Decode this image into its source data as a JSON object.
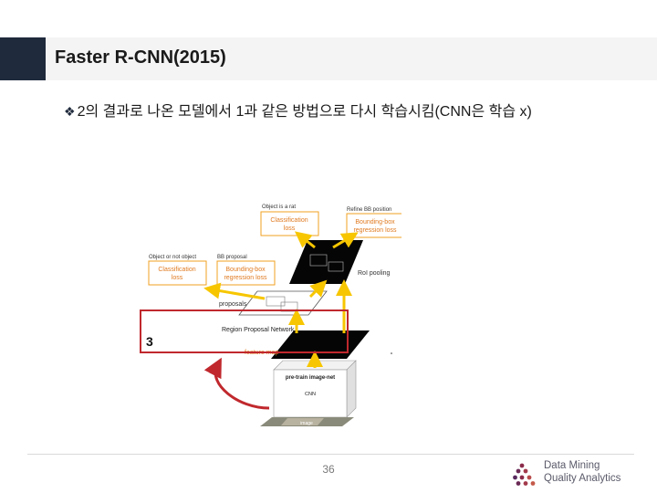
{
  "slide": {
    "title": "Faster R-CNN(2015)",
    "bullet_mark": "❖",
    "bullet_text": "2의 결과로 나온 모델에서 1과 같은 방법으로 다시 학습시킴(CNN은 학습 x)",
    "page_number": "36",
    "step_number": "3"
  },
  "figure": {
    "top_left_caption": "Object is a rat",
    "top_left_box": [
      "Classification",
      "loss"
    ],
    "top_right_caption": "Refine BB position",
    "top_right_box": [
      "Bounding-box",
      "regression loss"
    ],
    "mid_left_caption": "Object or not object",
    "mid_left_box": [
      "Classification",
      "loss"
    ],
    "mid_right_caption": "BB proposal",
    "mid_right_box": [
      "Bounding-box",
      "regression loss"
    ],
    "roi_label": "RoI pooling",
    "proposals_label": "proposals",
    "rpn_label": "Region Proposal Network",
    "feature_map_label": "feature map",
    "pretrain_label": "pre-train image-net",
    "cnn_label": "CNN",
    "image_label": "image"
  },
  "logo": {
    "line1": "Data Mining",
    "line2": "Quality Analytics"
  },
  "colors": {
    "title_block": "#1f2a3c",
    "loss_box_border": "#f0a020",
    "loss_text": "#e07a20",
    "arrow": "#f7c600",
    "highlight_box": "#c0282d",
    "curved_arrow": "#c0282d"
  }
}
